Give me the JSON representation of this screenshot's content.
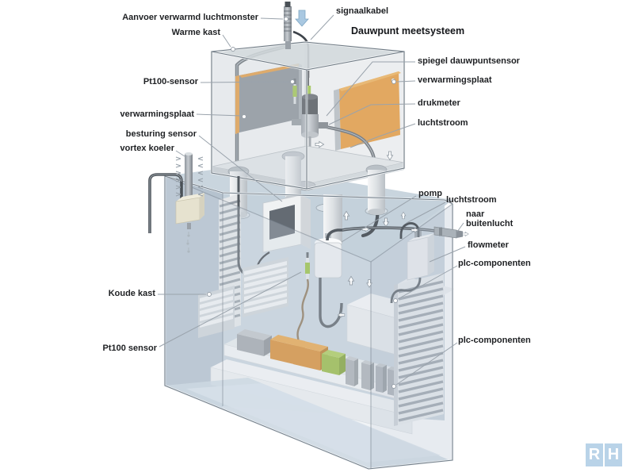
{
  "title": "Dauwpunt meetsysteem",
  "labels": {
    "aanvoer": "Aanvoer verwarmd luchtmonster",
    "warme_kast": "Warme kast",
    "signaalkabel": "signaalkabel",
    "pt100_sensor_top": "Pt100-sensor",
    "spiegel_dauwpuntsensor": "spiegel dauwpuntsensor",
    "verwarmingsplaat_right": "verwarmingsplaat",
    "verwarmingsplaat_left": "verwarmingsplaat",
    "drukmeter": "drukmeter",
    "besturing_sensor": "besturing sensor",
    "luchtstroom_1": "luchtstroom",
    "vortex_koeler": "vortex koeler",
    "pomp": "pomp",
    "luchtstroom_2": "luchtstroom",
    "naar_buitenlucht": "naar buitenlucht",
    "flowmeter": "flowmeter",
    "plc_componenten_1": "plc-componenten",
    "koude_kast": "Koude kast",
    "pt100_sensor_bottom": "Pt100 sensor",
    "plc_componenten_2": "plc-componenten"
  },
  "logo": {
    "left": "R",
    "right": "H"
  },
  "colors": {
    "heating_plate_orange": "#e2912d",
    "sensor_green": "#95bf3a",
    "cabinet_blue_grey": "#b5c2ce",
    "arrow_blue": "#a9c8e1",
    "logo_blue": "#b9d3e8",
    "tube_dark": "#545b62"
  }
}
